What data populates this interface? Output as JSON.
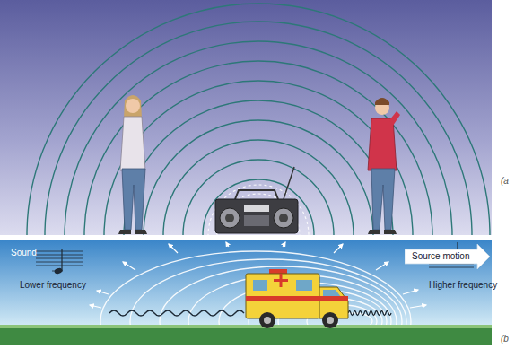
{
  "diagram": {
    "nodes": [
      {
        "text": [
          "Source motion"
        ]
      }
    ],
    "labels": [
      "(a",
      "Sound",
      "Lower frequency",
      "Higher frequency",
      "(b"
    ]
  }
}
